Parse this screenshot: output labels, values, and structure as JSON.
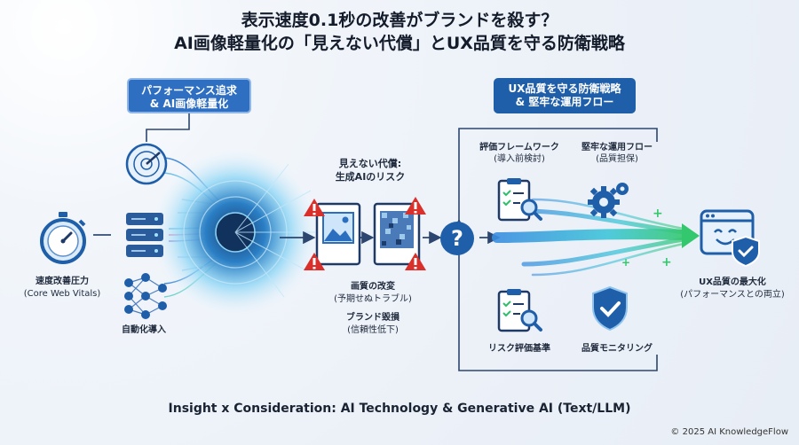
{
  "title": {
    "line1": "表示速度0.1秒の改善がブランドを殺す？",
    "line2": "AI画像軽量化の「見えない代償」とUX品質を守る防衛戦略"
  },
  "left_header": {
    "line1": "パフォーマンス追求",
    "line2": "& AI画像軽量化"
  },
  "right_header": {
    "line1": "UX品質を守る防衛戦略",
    "line2": "& 堅牢な運用フロー"
  },
  "drivers": {
    "speed": {
      "label": "速度改善圧力",
      "sub": "(Core Web Vitals)"
    },
    "automation": {
      "label": "自動化導入"
    }
  },
  "risks": {
    "heading": {
      "line1": "見えない代償:",
      "line2": "生成AIのリスク"
    },
    "quality": {
      "label": "画質の改変",
      "sub": "(予期せぬトラブル)"
    },
    "brand": {
      "label": "ブランド毀損",
      "sub": "(信頼性低下)"
    }
  },
  "strategy": {
    "framework": {
      "line1": "評価フレームワーク",
      "line2": "(導入前検討)"
    },
    "operation": {
      "line1": "堅牢な運用フロー",
      "line2": "(品質担保)"
    },
    "criteria": {
      "label": "リスク評価基準"
    },
    "monitoring": {
      "label": "品質モニタリング"
    }
  },
  "outcome": {
    "label": "UX品質の最大化",
    "sub": "(パフォーマンスとの両立)"
  },
  "footer": "Insight x Consideration: AI Technology & Generative AI (Text/LLM)",
  "copyright": "© 2025 AI KnowledgeFlow",
  "icons": [
    "stopwatch-icon",
    "radar-icon",
    "server-icon",
    "neural-network-icon",
    "image-icon",
    "warning-icon",
    "question-icon",
    "clipboard-search-icon",
    "gear-icon",
    "shield-check-icon",
    "browser-smile-icon"
  ],
  "colors": {
    "header_blue": "#1f5ea8",
    "warning_red": "#d9302c",
    "flow_green": "#2bbf6a",
    "accent_cyan": "#27b3e6"
  }
}
